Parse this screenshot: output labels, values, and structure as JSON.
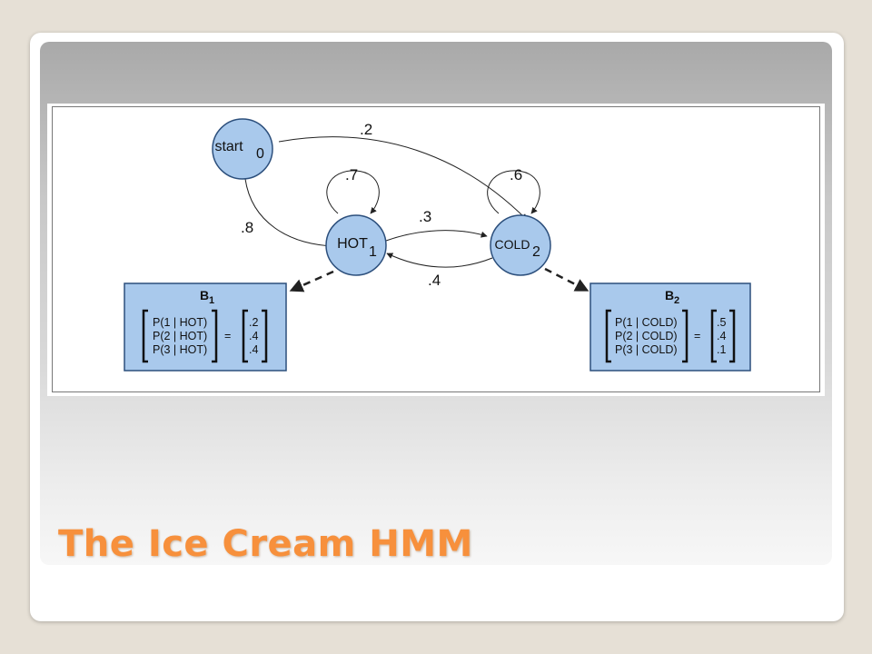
{
  "slide": {
    "title": "The Ice Cream HMM"
  },
  "diagram": {
    "nodes": {
      "start": {
        "label": "start",
        "subscript": "0"
      },
      "hot": {
        "label": "HOT",
        "subscript": "1"
      },
      "cold": {
        "label": "COLD",
        "subscript": "2"
      }
    },
    "edges": {
      "start_to_cold": ".2",
      "start_to_hot": ".8",
      "hot_self": ".7",
      "cold_self": ".6",
      "hot_to_cold": ".3",
      "cold_to_hot": ".4"
    },
    "emissions": {
      "b1": {
        "label": "B",
        "subscript": "1",
        "rows": [
          "P(1 | HOT)",
          "P(2 | HOT)",
          "P(3 | HOT)"
        ],
        "equals": "=",
        "values": [
          ".2",
          ".4",
          ".4"
        ]
      },
      "b2": {
        "label": "B",
        "subscript": "2",
        "rows": [
          "P(1 | COLD)",
          "P(2 | COLD)",
          "P(3 | COLD)"
        ],
        "equals": "=",
        "values": [
          ".5",
          ".4",
          ".1"
        ]
      }
    },
    "colors": {
      "node_fill": "#a9c9ec",
      "node_stroke": "#2c4f7c",
      "box_fill": "#a9c9ec",
      "box_stroke": "#2c4f7c",
      "title_color": "#f7903c"
    }
  }
}
